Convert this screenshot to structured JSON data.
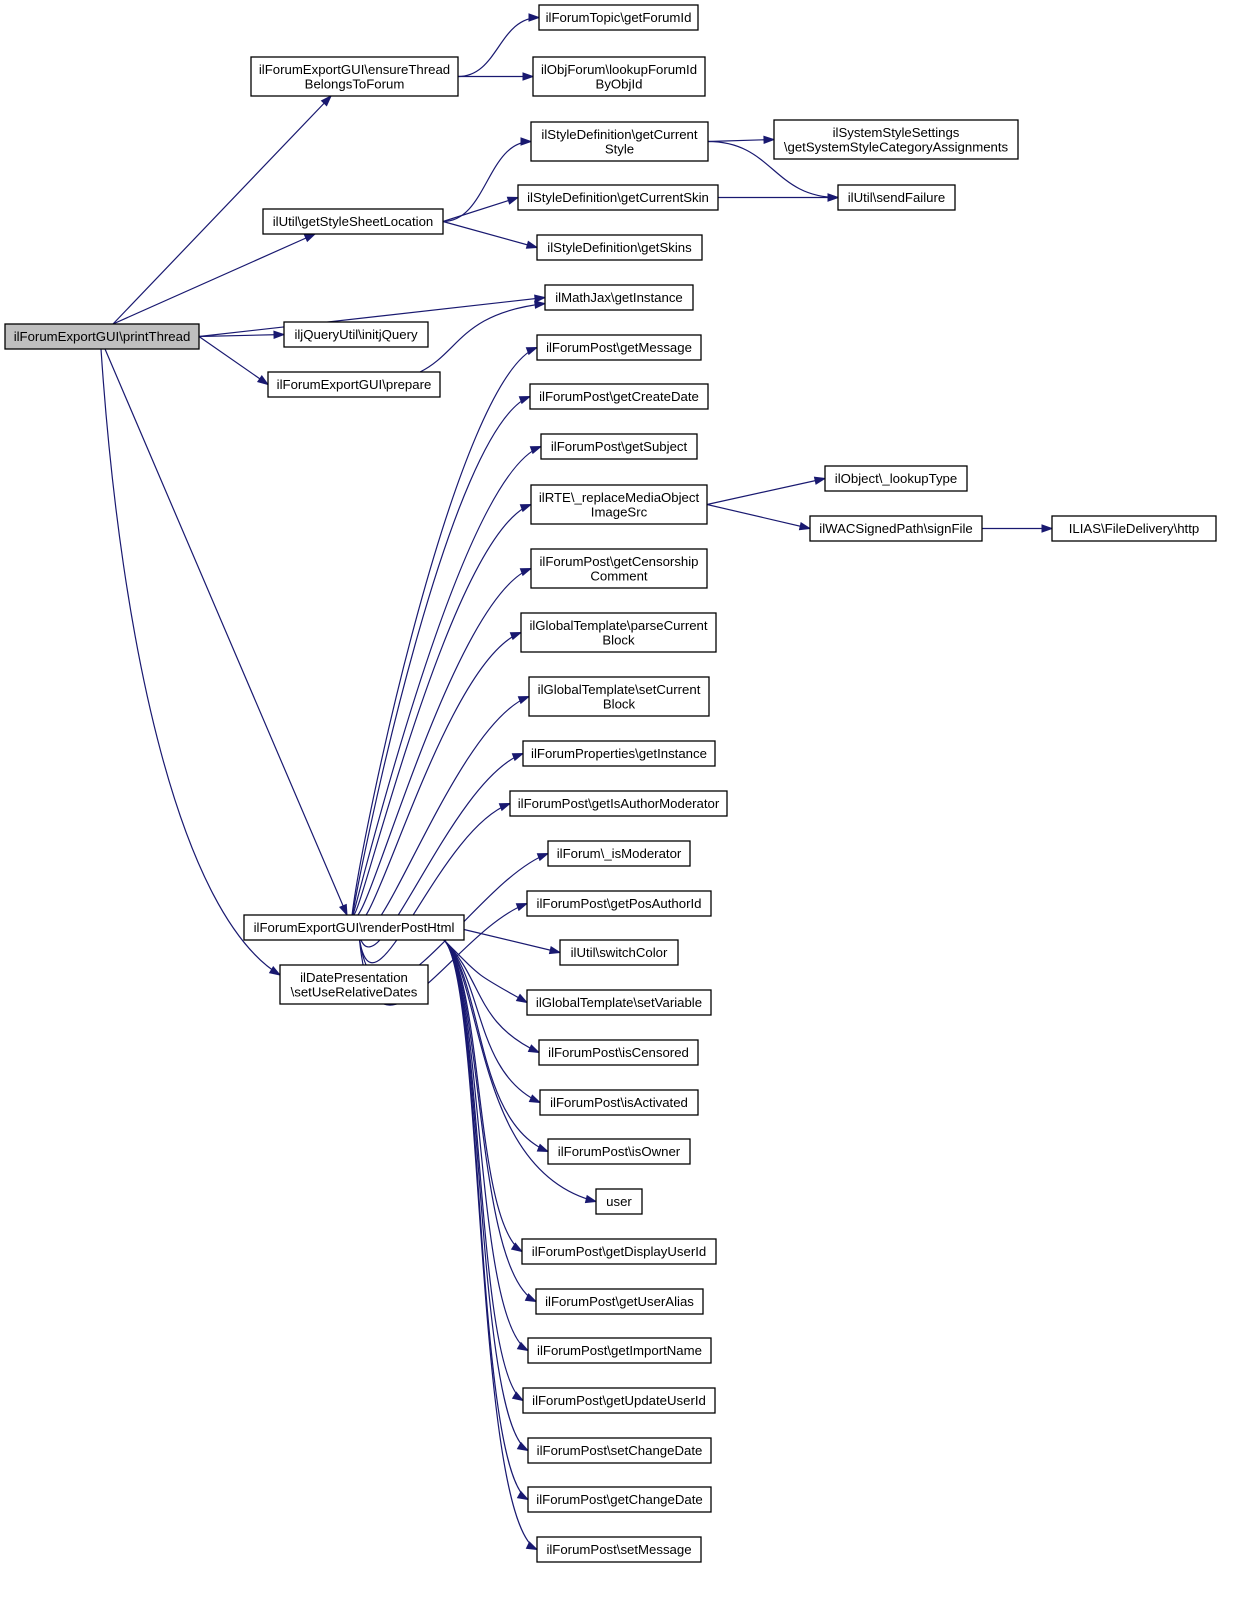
{
  "diagram": {
    "type": "call-graph",
    "root": "printThread",
    "colors": {
      "edge": "#191970",
      "root_fill": "#bfbfbf",
      "node_fill": "#ffffff",
      "node_border": "#000000"
    },
    "nodes": [
      {
        "id": "printThread",
        "lines": [
          "ilForumExportGUI\\printThread"
        ]
      },
      {
        "id": "ensureThread",
        "lines": [
          "ilForumExportGUI\\ensureThread",
          "BelongsToForum"
        ]
      },
      {
        "id": "getStyleSheetLocation",
        "lines": [
          "ilUtil\\getStyleSheetLocation"
        ]
      },
      {
        "id": "initjQuery",
        "lines": [
          "iljQueryUtil\\initjQuery"
        ]
      },
      {
        "id": "prepare",
        "lines": [
          "ilForumExportGUI\\prepare"
        ]
      },
      {
        "id": "renderPostHtml",
        "lines": [
          "ilForumExportGUI\\renderPostHtml"
        ]
      },
      {
        "id": "setUseRelativeDates",
        "lines": [
          "ilDatePresentation",
          "\\setUseRelativeDates"
        ]
      },
      {
        "id": "getForumId",
        "lines": [
          "ilForumTopic\\getForumId"
        ]
      },
      {
        "id": "lookupForumId",
        "lines": [
          "ilObjForum\\lookupForumId",
          "ByObjId"
        ]
      },
      {
        "id": "getCurrentStyle",
        "lines": [
          "ilStyleDefinition\\getCurrent",
          "Style"
        ]
      },
      {
        "id": "getCurrentSkin",
        "lines": [
          "ilStyleDefinition\\getCurrentSkin"
        ]
      },
      {
        "id": "getSkins",
        "lines": [
          "ilStyleDefinition\\getSkins"
        ]
      },
      {
        "id": "mathJaxGetInstance",
        "lines": [
          "ilMathJax\\getInstance"
        ]
      },
      {
        "id": "getMessage",
        "lines": [
          "ilForumPost\\getMessage"
        ]
      },
      {
        "id": "getCreateDate",
        "lines": [
          "ilForumPost\\getCreateDate"
        ]
      },
      {
        "id": "getSubject",
        "lines": [
          "ilForumPost\\getSubject"
        ]
      },
      {
        "id": "replaceMedia",
        "lines": [
          "ilRTE\\_replaceMediaObject",
          "ImageSrc"
        ]
      },
      {
        "id": "getCensorship",
        "lines": [
          "ilForumPost\\getCensorship",
          "Comment"
        ]
      },
      {
        "id": "parseCurrentBlock",
        "lines": [
          "ilGlobalTemplate\\parseCurrent",
          "Block"
        ]
      },
      {
        "id": "setCurrentBlock",
        "lines": [
          "ilGlobalTemplate\\setCurrent",
          "Block"
        ]
      },
      {
        "id": "forumPropsGetInstance",
        "lines": [
          "ilForumProperties\\getInstance"
        ]
      },
      {
        "id": "getIsAuthorModerator",
        "lines": [
          "ilForumPost\\getIsAuthorModerator"
        ]
      },
      {
        "id": "isModerator",
        "lines": [
          "ilForum\\_isModerator"
        ]
      },
      {
        "id": "getPosAuthorId",
        "lines": [
          "ilForumPost\\getPosAuthorId"
        ]
      },
      {
        "id": "switchColor",
        "lines": [
          "ilUtil\\switchColor"
        ]
      },
      {
        "id": "setVariable",
        "lines": [
          "ilGlobalTemplate\\setVariable"
        ]
      },
      {
        "id": "isCensored",
        "lines": [
          "ilForumPost\\isCensored"
        ]
      },
      {
        "id": "isActivated",
        "lines": [
          "ilForumPost\\isActivated"
        ]
      },
      {
        "id": "isOwner",
        "lines": [
          "ilForumPost\\isOwner"
        ]
      },
      {
        "id": "user",
        "lines": [
          "user"
        ]
      },
      {
        "id": "getDisplayUserId",
        "lines": [
          "ilForumPost\\getDisplayUserId"
        ]
      },
      {
        "id": "getUserAlias",
        "lines": [
          "ilForumPost\\getUserAlias"
        ]
      },
      {
        "id": "getImportName",
        "lines": [
          "ilForumPost\\getImportName"
        ]
      },
      {
        "id": "getUpdateUserId",
        "lines": [
          "ilForumPost\\getUpdateUserId"
        ]
      },
      {
        "id": "setChangeDate",
        "lines": [
          "ilForumPost\\setChangeDate"
        ]
      },
      {
        "id": "getChangeDate",
        "lines": [
          "ilForumPost\\getChangeDate"
        ]
      },
      {
        "id": "setMessage",
        "lines": [
          "ilForumPost\\setMessage"
        ]
      },
      {
        "id": "getSystemStyle",
        "lines": [
          "ilSystemStyleSettings",
          "\\getSystemStyleCategoryAssignments"
        ]
      },
      {
        "id": "sendFailure",
        "lines": [
          "ilUtil\\sendFailure"
        ]
      },
      {
        "id": "lookupType",
        "lines": [
          "ilObject\\_lookupType"
        ]
      },
      {
        "id": "signFile",
        "lines": [
          "ilWACSignedPath\\signFile"
        ]
      },
      {
        "id": "http",
        "lines": [
          "ILIAS\\FileDelivery\\http"
        ]
      }
    ],
    "edges": [
      [
        "printThread",
        "ensureThread"
      ],
      [
        "printThread",
        "getStyleSheetLocation"
      ],
      [
        "printThread",
        "mathJaxGetInstance"
      ],
      [
        "printThread",
        "initjQuery"
      ],
      [
        "printThread",
        "prepare"
      ],
      [
        "printThread",
        "renderPostHtml"
      ],
      [
        "printThread",
        "setUseRelativeDates"
      ],
      [
        "ensureThread",
        "getForumId"
      ],
      [
        "ensureThread",
        "lookupForumId"
      ],
      [
        "getStyleSheetLocation",
        "getCurrentStyle"
      ],
      [
        "getStyleSheetLocation",
        "getCurrentSkin"
      ],
      [
        "getStyleSheetLocation",
        "getSkins"
      ],
      [
        "getCurrentStyle",
        "getSystemStyle"
      ],
      [
        "getCurrentStyle",
        "sendFailure"
      ],
      [
        "getCurrentSkin",
        "sendFailure"
      ],
      [
        "prepare",
        "mathJaxGetInstance"
      ],
      [
        "renderPostHtml",
        "getMessage"
      ],
      [
        "renderPostHtml",
        "getCreateDate"
      ],
      [
        "renderPostHtml",
        "getSubject"
      ],
      [
        "renderPostHtml",
        "replaceMedia"
      ],
      [
        "renderPostHtml",
        "getCensorship"
      ],
      [
        "renderPostHtml",
        "parseCurrentBlock"
      ],
      [
        "renderPostHtml",
        "setCurrentBlock"
      ],
      [
        "renderPostHtml",
        "forumPropsGetInstance"
      ],
      [
        "renderPostHtml",
        "getIsAuthorModerator"
      ],
      [
        "renderPostHtml",
        "isModerator"
      ],
      [
        "renderPostHtml",
        "getPosAuthorId"
      ],
      [
        "renderPostHtml",
        "switchColor"
      ],
      [
        "renderPostHtml",
        "setVariable"
      ],
      [
        "renderPostHtml",
        "isCensored"
      ],
      [
        "renderPostHtml",
        "isActivated"
      ],
      [
        "renderPostHtml",
        "isOwner"
      ],
      [
        "renderPostHtml",
        "user"
      ],
      [
        "renderPostHtml",
        "getDisplayUserId"
      ],
      [
        "renderPostHtml",
        "getUserAlias"
      ],
      [
        "renderPostHtml",
        "getImportName"
      ],
      [
        "renderPostHtml",
        "getUpdateUserId"
      ],
      [
        "renderPostHtml",
        "setChangeDate"
      ],
      [
        "renderPostHtml",
        "getChangeDate"
      ],
      [
        "renderPostHtml",
        "setMessage"
      ],
      [
        "replaceMedia",
        "lookupType"
      ],
      [
        "replaceMedia",
        "signFile"
      ],
      [
        "signFile",
        "http"
      ]
    ]
  }
}
